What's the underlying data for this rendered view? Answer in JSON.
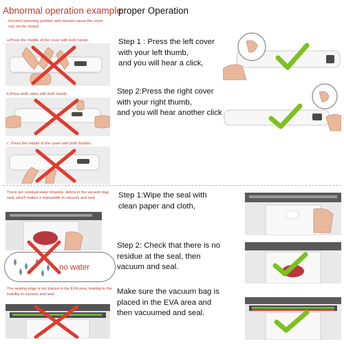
{
  "left_title": "Abnormal operation example",
  "right_title": "proper Operation",
  "notes": {
    "intro": "Incorrect pressing position and manner cause the cover can not be closed",
    "a": "a.Press the middle of the cover with both hands ;",
    "b": "b.Press both sides with both hands ;",
    "c": "c .Press the middle of the cover with both thumbs",
    "residue": "There are residual water droplets, debris in the vacuum bag seal, which makes it impossible to vacuum and seal",
    "eva": "The sealing edge is not placed in the EVA area, leading to the inability to vacuum and seal"
  },
  "no_water_label": "no water",
  "steps_top": [
    {
      "line1": "Step 1 : Press the left cover",
      "line2": "with your left thumb,",
      "line3": "and you will hear a click,"
    },
    {
      "line1": "Step 2:Press the right cover",
      "line2": "with your right thumb,",
      "line3": "and you will hear another click."
    }
  ],
  "steps_bottom": [
    {
      "line1": "Step 1:Wipe the seal with",
      "line2": "clean paper and cloth,",
      "line3": ""
    },
    {
      "line1": "Step 2: Check that there is no",
      "line2": "residue at the seal, then",
      "line3": "vacuum and seal."
    },
    {
      "line1": "Make sure the vacuum bag is",
      "line2": "placed in the EVA area and",
      "line3": "then vacuumed and seal."
    }
  ],
  "colors": {
    "red_text": "#c0392b",
    "cross": "#e03b2f",
    "check": "#7cc11f"
  },
  "icons": [
    "cross-mark-icon",
    "check-mark-icon",
    "water-drop-icon",
    "hand-icon",
    "vacuum-sealer-icon"
  ]
}
